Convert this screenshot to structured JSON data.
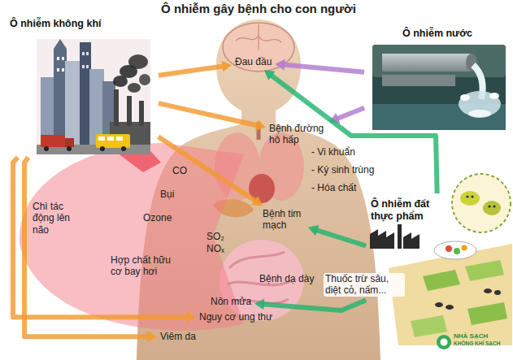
{
  "diagram": {
    "title": "Ô nhiễm gây bệnh cho con người",
    "nodes": [
      {
        "text": [
          "Ô nhiễm không khí"
        ]
      },
      {
        "text": [
          "Ô nhiễm nước"
        ]
      },
      {
        "text": [
          "Ô nhiễm đất thực phẩm"
        ]
      },
      {
        "text": [
          "Đau đầu"
        ]
      },
      {
        "text": [
          "Bệnh đường hô hấp"
        ]
      },
      {
        "text": [
          "Bệnh tim mạch"
        ]
      },
      {
        "text": [
          "Bệnh dạ dày"
        ]
      },
      {
        "text": [
          "Nôn mửa"
        ]
      },
      {
        "text": [
          "Nguy cơ ung thư"
        ]
      },
      {
        "text": [
          "Viêm da"
        ]
      }
    ],
    "edges": [
      {
        "from": 0,
        "to": 3,
        "arrow": "to"
      },
      {
        "from": 0,
        "to": 4,
        "arrow": "to"
      },
      {
        "from": 0,
        "to": 5,
        "arrow": "to"
      },
      {
        "from": 0,
        "to": 8,
        "arrow": "to"
      },
      {
        "from": 0,
        "to": 9,
        "arrow": "to"
      },
      {
        "from": 1,
        "to": 3,
        "arrow": "to"
      },
      {
        "from": 1,
        "to": 4,
        "arrow": "to"
      },
      {
        "from": 2,
        "to": 3,
        "arrow": "to"
      },
      {
        "from": 2,
        "to": 5,
        "arrow": "to"
      },
      {
        "from": 2,
        "to": 7,
        "arrow": "to"
      }
    ],
    "labels": [
      "CO",
      "Bụi",
      "Ozone",
      "Chì tác động lên não",
      "SO₂",
      "NOₓ",
      "Hợp chất hữu cơ bay hơi",
      "- Vi khuẩn",
      "- Ký sinh trùng",
      "- Hóa chất",
      "Thuốc trừ sâu, diệt cỏ, nấm...",
      "NHÀ SẠCH",
      "KHÔNG KHÍ SẠCH"
    ]
  }
}
